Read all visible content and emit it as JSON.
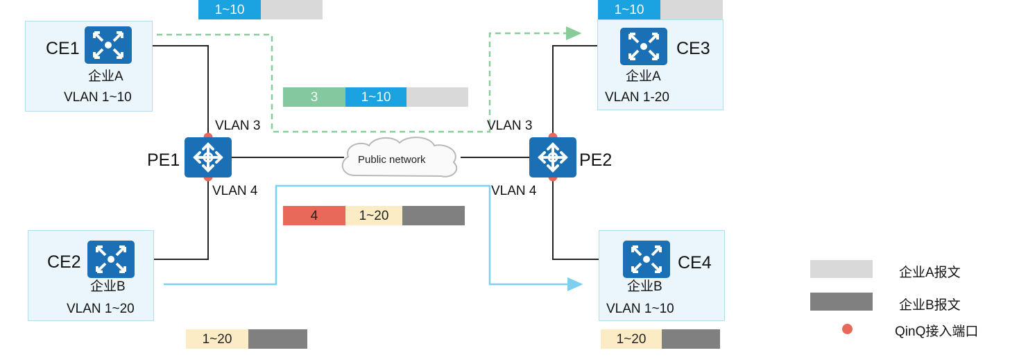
{
  "nodes": {
    "ce1": {
      "name": "CE1",
      "org": "企业A",
      "vlan": "VLAN 1~10"
    },
    "ce2": {
      "name": "CE2",
      "org": "企业B",
      "vlan": "VLAN 1~20"
    },
    "ce3": {
      "name": "CE3",
      "org": "企业A",
      "vlan": "VLAN 1-20"
    },
    "ce4": {
      "name": "CE4",
      "org": "企业B",
      "vlan": "VLAN 1~10"
    },
    "pe1": {
      "name": "PE1"
    },
    "pe2": {
      "name": "PE2"
    }
  },
  "port_vlans": {
    "pe1_top": "VLAN 3",
    "pe1_bottom": "VLAN 4",
    "pe2_top": "VLAN 3",
    "pe2_bottom": "VLAN 4"
  },
  "cloud": {
    "label": "Public network"
  },
  "packets": {
    "top_left": {
      "inner": "1~10"
    },
    "top_right": {
      "inner": "1~10"
    },
    "mid_a": {
      "outer": "3",
      "inner": "1~10"
    },
    "mid_b": {
      "outer": "4",
      "inner": "1~20"
    },
    "bottom_left": {
      "inner": "1~20"
    },
    "bottom_right": {
      "inner": "1~20"
    }
  },
  "legend": {
    "enterprise_a": "企业A报文",
    "enterprise_b": "企业B报文",
    "qinq_port": "QinQ接入端口"
  },
  "colors": {
    "enterprise_a_frame": "#d9d9d9",
    "enterprise_b_frame": "#808080",
    "inner_tag_a": "#1aa3e0",
    "inner_tag_b": "#fcecc6",
    "outer_tag_3": "#83c89e",
    "outer_tag_4": "#e8695a",
    "qinq_port": "#e8695a",
    "path_a": "#88cc99",
    "path_b": "#7dcff0",
    "device": "#1a6fb5"
  }
}
